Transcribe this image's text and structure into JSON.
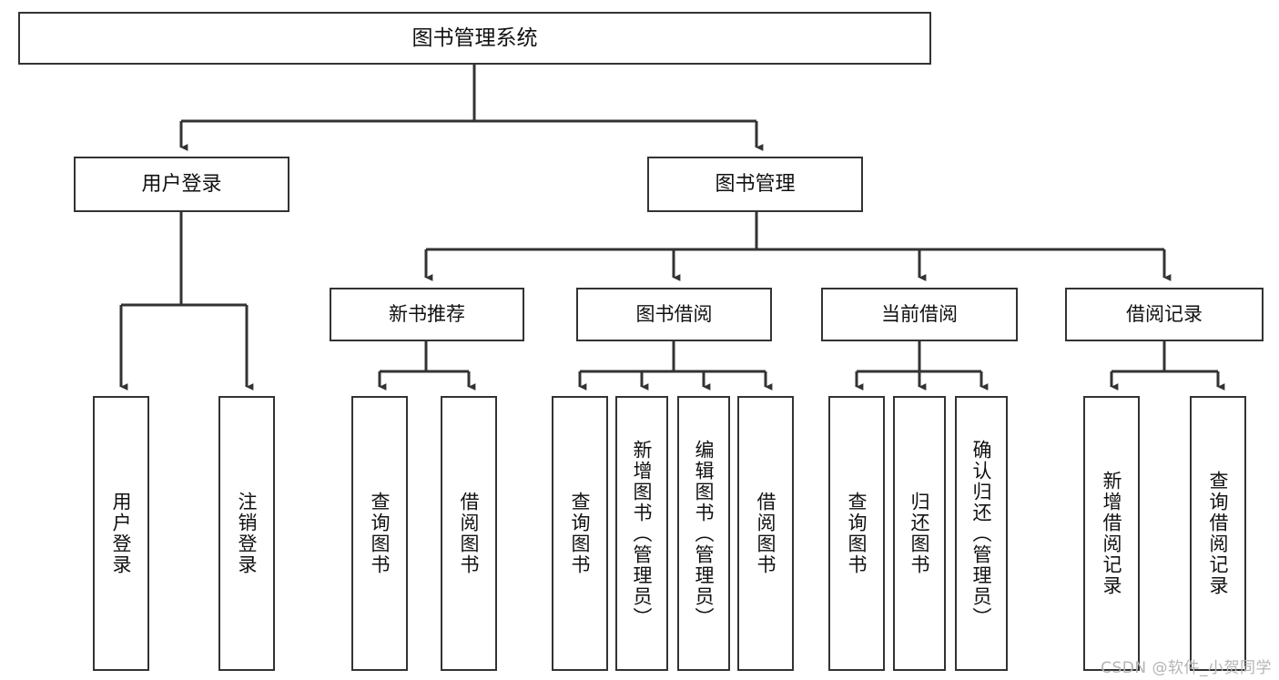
{
  "diagram": {
    "title_node": {
      "label": "图书管理系统"
    },
    "colors": {
      "border": "#333333",
      "background": "#ffffff",
      "text": "#111111",
      "watermark": "#b4b4b4"
    },
    "level2": [
      {
        "label": "用户登录"
      },
      {
        "label": "图书管理"
      }
    ],
    "level3": [
      {
        "label": "新书推荐"
      },
      {
        "label": "图书借阅"
      },
      {
        "label": "当前借阅"
      },
      {
        "label": "借阅记录"
      }
    ],
    "leaves": {
      "user_login": [
        {
          "label": "用户登录"
        },
        {
          "label": "注销登录"
        }
      ],
      "new_book_recommend": [
        {
          "label": "查询图书"
        },
        {
          "label": "借阅图书"
        }
      ],
      "book_borrow": [
        {
          "label": "查询图书"
        },
        {
          "label": "新增图书（管理员）"
        },
        {
          "label": "编辑图书（管理员）"
        },
        {
          "label": "借阅图书"
        }
      ],
      "current_borrow": [
        {
          "label": "查询图书"
        },
        {
          "label": "归还图书"
        },
        {
          "label": "确认归还（管理员）"
        }
      ],
      "borrow_record": [
        {
          "label": "新增借阅记录"
        },
        {
          "label": "查询借阅记录"
        }
      ]
    },
    "watermark": {
      "text": "CSDN @软件_小贺同学"
    }
  }
}
